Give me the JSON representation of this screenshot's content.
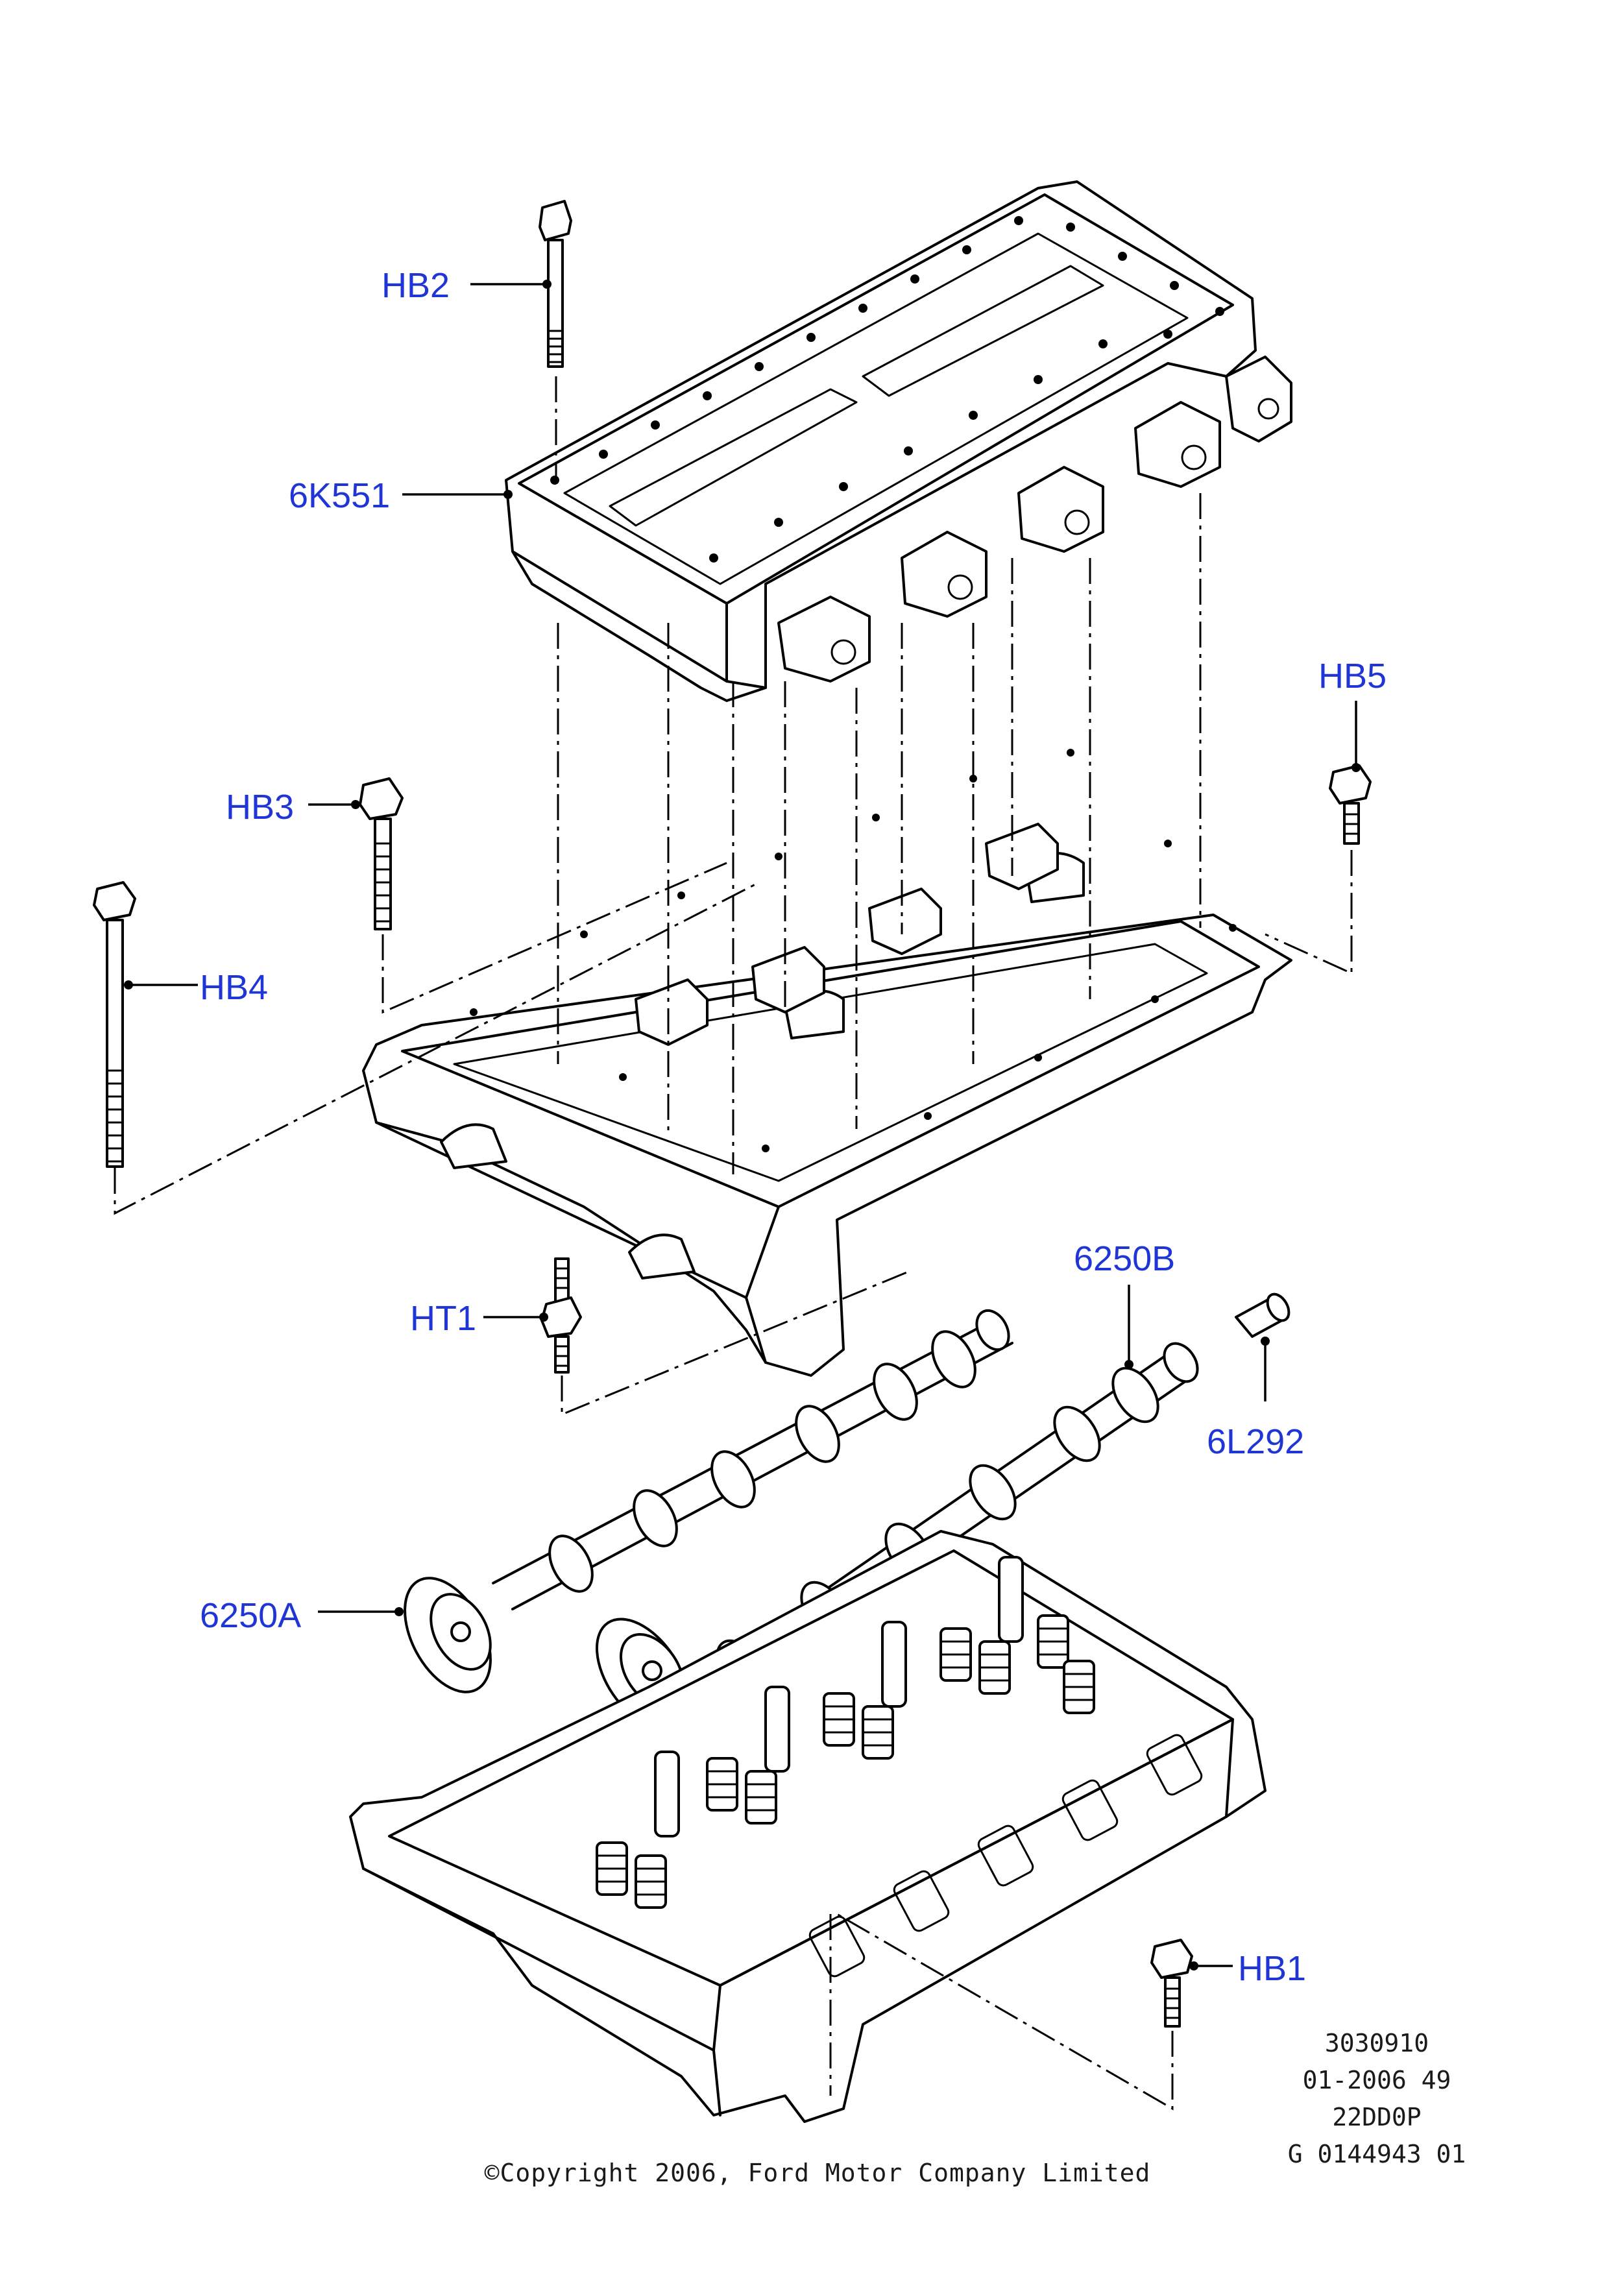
{
  "diagram": {
    "callouts": [
      {
        "id": "hb2",
        "text": "HB2"
      },
      {
        "id": "6k551",
        "text": "6K551"
      },
      {
        "id": "hb5",
        "text": "HB5"
      },
      {
        "id": "hb3",
        "text": "HB3"
      },
      {
        "id": "hb4",
        "text": "HB4"
      },
      {
        "id": "ht1",
        "text": "HT1"
      },
      {
        "id": "6250b",
        "text": "6250B"
      },
      {
        "id": "6l292",
        "text": "6L292"
      },
      {
        "id": "6250a",
        "text": "6250A"
      },
      {
        "id": "hb1",
        "text": "HB1"
      }
    ],
    "reference_codes": [
      "3030910",
      "01-2006 49",
      "22DD0P",
      "G 0144943 01"
    ],
    "copyright": "©Copyright 2006, Ford Motor Company Limited",
    "colors": {
      "label": "#1f35d6",
      "ink": "#000000",
      "background": "#ffffff"
    }
  }
}
